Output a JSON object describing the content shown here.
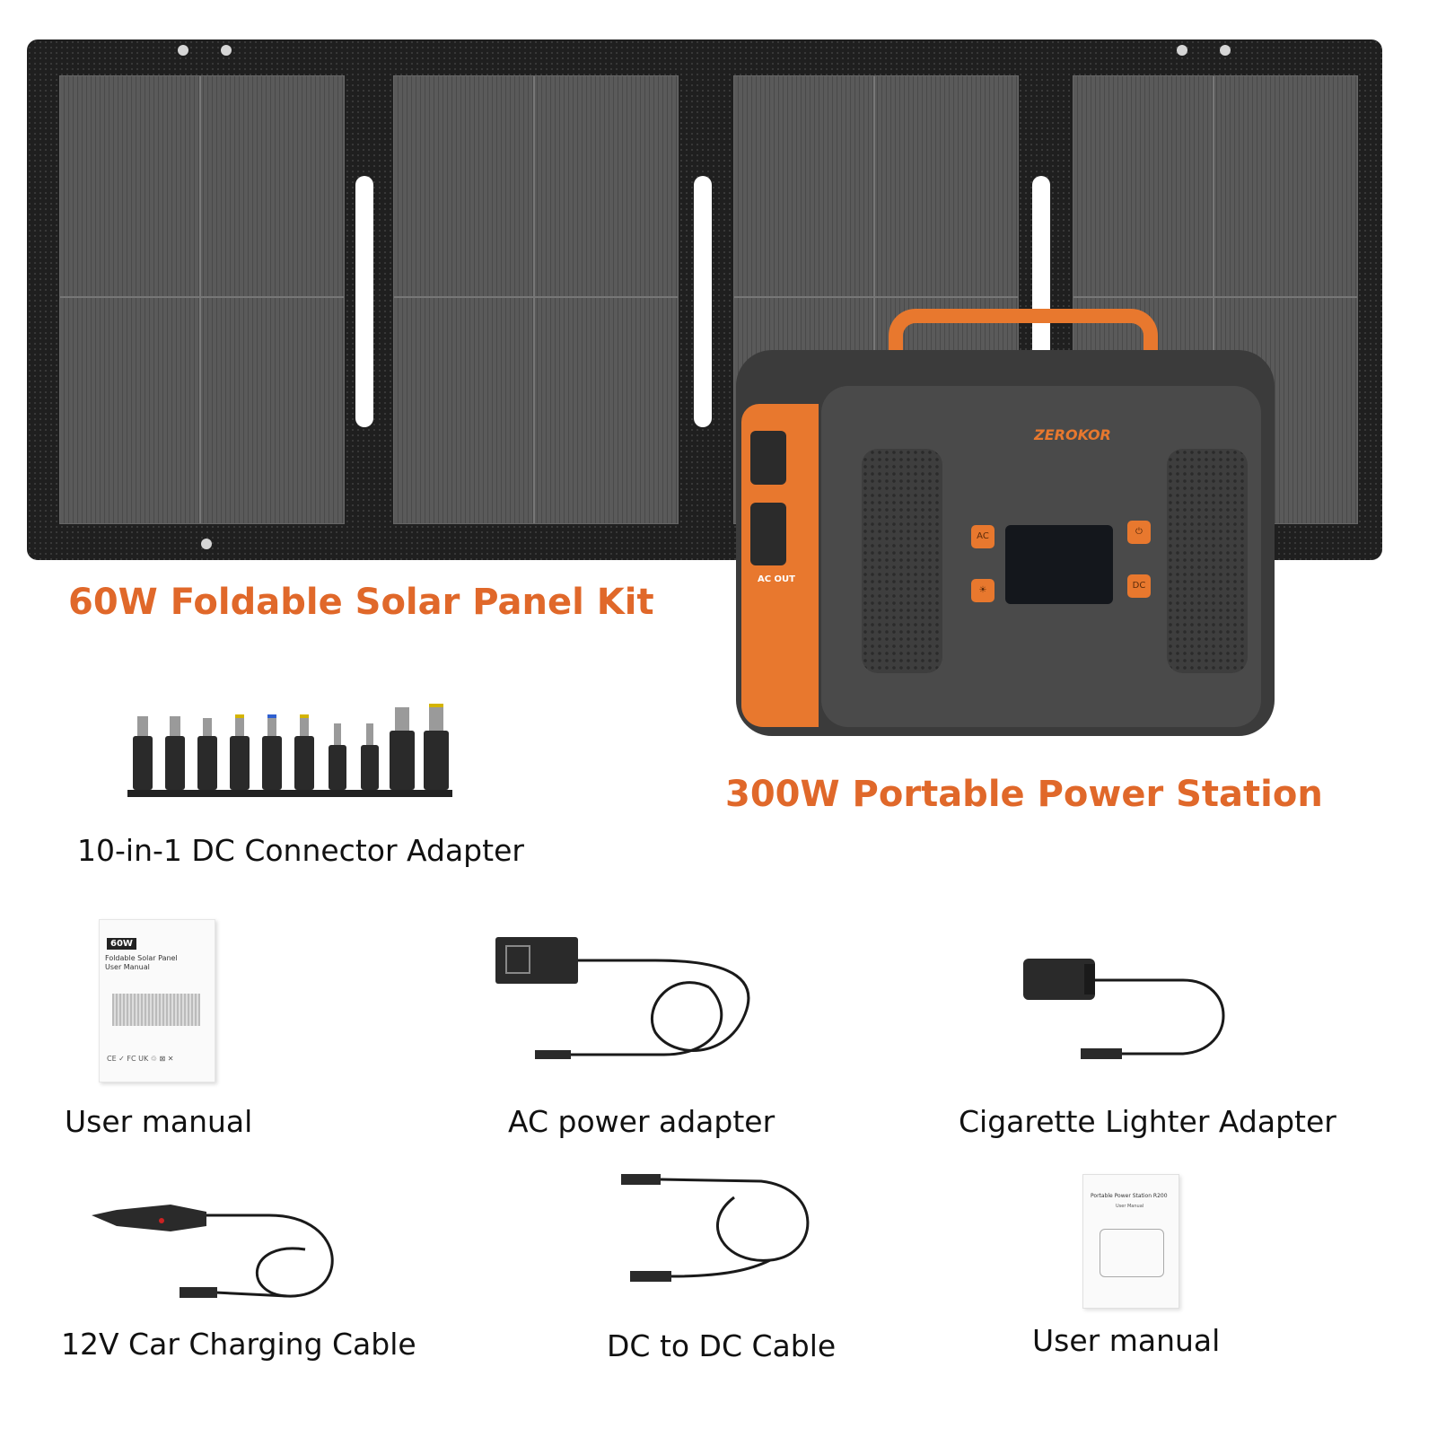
{
  "products": {
    "solar_panel_label": "60W Foldable Solar Panel Kit",
    "power_station_label": "300W Portable Power Station",
    "power_station_brand": "ZEROKOR",
    "power_station_ac_out": "AC OUT",
    "power_station_ac_button": "AC",
    "power_station_dc_button": "DC",
    "dc_adapter_label": "10-in-1 DC Connector Adapter",
    "user_manual_1_label": "User manual",
    "ac_adapter_label": "AC power adapter",
    "cigarette_adapter_label": "Cigarette Lighter Adapter",
    "car_cable_label": "12V Car Charging Cable",
    "dc_cable_label": "DC to DC Cable",
    "user_manual_2_label": "User manual"
  },
  "manual_1": {
    "badge": "60W",
    "title_line1": "Foldable Solar Panel",
    "title_line2": "User Manual",
    "marks": "CE ✓ FC UK ♲ ⊠ ✕"
  },
  "manual_2": {
    "title": "Portable Power Station R200",
    "subtitle": "User Manual"
  },
  "colors": {
    "accent": "#e0682a",
    "panel": "#1f1f1f"
  }
}
